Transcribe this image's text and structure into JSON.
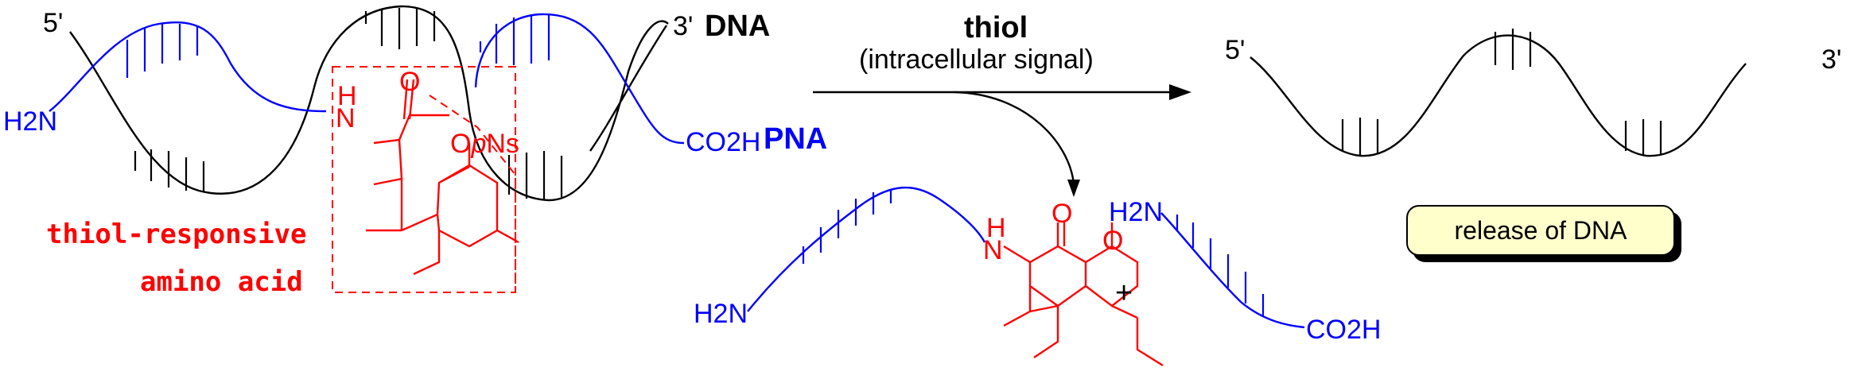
{
  "dna_strand_labels": {
    "five_prime": "5'",
    "three_prime": "3'",
    "name": "DNA"
  },
  "pna_labels": {
    "n_terminus": "H2N",
    "c_terminus": "CO2H",
    "name": "PNA"
  },
  "amino_acid": {
    "nh": "H",
    "nh_n": "N",
    "carbonyl": "O",
    "protecting_group_o": "O",
    "protecting_group_p": "p",
    "protecting_group_ns": "Ns",
    "caption_line1": "thiol-responsive",
    "caption_line2": "amino acid"
  },
  "reaction": {
    "reagent": "thiol",
    "reagent_note": "(intracellular signal)"
  },
  "product_lactone": {
    "h2n": "H2N",
    "h": "H",
    "n": "N",
    "o_carbonyl": "O",
    "o_ring": "O"
  },
  "plus": "+",
  "product_pna_fragment": {
    "h2n": "H2N",
    "co2h": "CO2H"
  },
  "released_dna": {
    "five_prime": "5'",
    "three_prime": "3'"
  },
  "release_label": "release of DNA",
  "colors": {
    "dna": "#000000",
    "pna": "#0000ff",
    "amino_acid": "#ff0000",
    "box_fill": "#ffffcc"
  }
}
